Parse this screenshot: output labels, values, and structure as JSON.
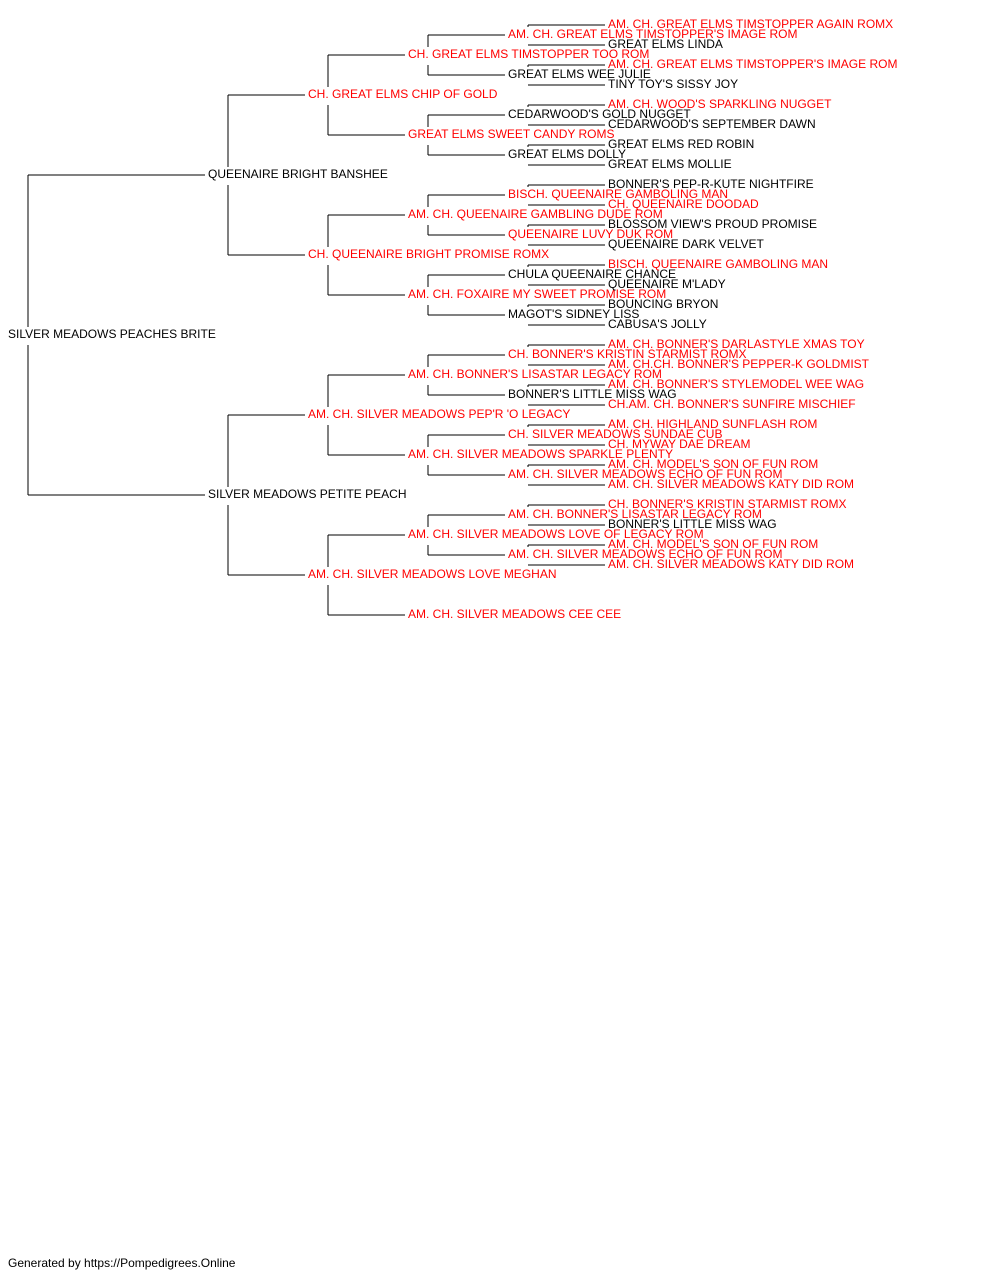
{
  "colors": {
    "titled": "#ff0000",
    "plain": "#000000",
    "line": "#000000"
  },
  "footer": "Generated by https://Pompedigrees.Online",
  "tree": {
    "name": "SILVER MEADOWS PEACHES BRITE",
    "titled": false,
    "children": [
      {
        "name": "QUEENAIRE BRIGHT BANSHEE",
        "titled": false,
        "children": [
          {
            "name": "CH. GREAT ELMS CHIP OF GOLD",
            "titled": true,
            "children": [
              {
                "name": "CH. GREAT ELMS TIMSTOPPER TOO ROM",
                "titled": true,
                "children": [
                  {
                    "name": "AM. CH. GREAT ELMS TIMSTOPPER'S IMAGE ROM",
                    "titled": true,
                    "children": [
                      {
                        "name": "AM. CH. GREAT ELMS TIMSTOPPER AGAIN ROMX",
                        "titled": true
                      },
                      {
                        "name": "GREAT ELMS LINDA",
                        "titled": false
                      }
                    ]
                  },
                  {
                    "name": "GREAT ELMS WEE JULIE",
                    "titled": false,
                    "children": [
                      {
                        "name": "AM. CH. GREAT ELMS TIMSTOPPER'S IMAGE ROM",
                        "titled": true
                      },
                      {
                        "name": "TINY TOY'S SISSY JOY",
                        "titled": false
                      }
                    ]
                  }
                ]
              },
              {
                "name": "GREAT ELMS SWEET CANDY ROMS",
                "titled": true,
                "children": [
                  {
                    "name": "CEDARWOOD'S GOLD NUGGET",
                    "titled": false,
                    "children": [
                      {
                        "name": "AM. CH. WOOD'S SPARKLING NUGGET",
                        "titled": true
                      },
                      {
                        "name": "CEDARWOOD'S SEPTEMBER DAWN",
                        "titled": false
                      }
                    ]
                  },
                  {
                    "name": "GREAT ELMS DOLLY",
                    "titled": false,
                    "children": [
                      {
                        "name": "GREAT ELMS RED ROBIN",
                        "titled": false
                      },
                      {
                        "name": "GREAT ELMS MOLLIE",
                        "titled": false
                      }
                    ]
                  }
                ]
              }
            ]
          },
          {
            "name": "CH. QUEENAIRE BRIGHT PROMISE ROMX",
            "titled": true,
            "children": [
              {
                "name": "AM. CH. QUEENAIRE GAMBLING DUDE ROM",
                "titled": true,
                "children": [
                  {
                    "name": "BISCH. QUEENAIRE GAMBOLING MAN",
                    "titled": true,
                    "children": [
                      {
                        "name": "BONNER'S PEP-R-KUTE NIGHTFIRE",
                        "titled": false
                      },
                      {
                        "name": "CH. QUEENAIRE DOODAD",
                        "titled": true
                      }
                    ]
                  },
                  {
                    "name": "QUEENAIRE LUVY DUK ROM",
                    "titled": true,
                    "children": [
                      {
                        "name": "BLOSSOM VIEW'S PROUD PROMISE",
                        "titled": false
                      },
                      {
                        "name": "QUEENAIRE DARK VELVET",
                        "titled": false
                      }
                    ]
                  }
                ]
              },
              {
                "name": "AM. CH. FOXAIRE MY SWEET PROMISE ROM",
                "titled": true,
                "children": [
                  {
                    "name": "CHULA QUEENAIRE CHANCE",
                    "titled": false,
                    "children": [
                      {
                        "name": "BISCH. QUEENAIRE GAMBOLING MAN",
                        "titled": true
                      },
                      {
                        "name": "QUEENAIRE M'LADY",
                        "titled": false
                      }
                    ]
                  },
                  {
                    "name": "MAGOT'S SIDNEY LISS",
                    "titled": false,
                    "children": [
                      {
                        "name": "BOUNCING BRYON",
                        "titled": false
                      },
                      {
                        "name": "CABUSA'S JOLLY",
                        "titled": false
                      }
                    ]
                  }
                ]
              }
            ]
          }
        ]
      },
      {
        "name": "SILVER MEADOWS PETITE PEACH",
        "titled": false,
        "children": [
          {
            "name": "AM. CH. SILVER MEADOWS PEP'R 'O LEGACY",
            "titled": true,
            "children": [
              {
                "name": "AM. CH. BONNER'S LISASTAR LEGACY ROM",
                "titled": true,
                "children": [
                  {
                    "name": "CH. BONNER'S KRISTIN STARMIST ROMX",
                    "titled": true,
                    "children": [
                      {
                        "name": "AM. CH. BONNER'S DARLASTYLE XMAS TOY",
                        "titled": true
                      },
                      {
                        "name": "AM. CH.CH. BONNER'S PEPPER-K GOLDMIST",
                        "titled": true
                      }
                    ]
                  },
                  {
                    "name": "BONNER'S LITTLE MISS WAG",
                    "titled": false,
                    "children": [
                      {
                        "name": "AM. CH. BONNER'S STYLEMODEL WEE WAG",
                        "titled": true
                      },
                      {
                        "name": "CH.AM. CH. BONNER'S SUNFIRE MISCHIEF",
                        "titled": true
                      }
                    ]
                  }
                ]
              },
              {
                "name": "AM. CH. SILVER MEADOWS SPARKLE PLENTY",
                "titled": true,
                "children": [
                  {
                    "name": "CH. SILVER MEADOWS SUNDAE CUB",
                    "titled": true,
                    "children": [
                      {
                        "name": "AM. CH. HIGHLAND SUNFLASH ROM",
                        "titled": true
                      },
                      {
                        "name": "CH. MYWAY DAE DREAM",
                        "titled": true
                      }
                    ]
                  },
                  {
                    "name": "AM. CH. SILVER MEADOWS ECHO OF FUN ROM",
                    "titled": true,
                    "children": [
                      {
                        "name": "AM. CH. MODEL'S SON OF FUN ROM",
                        "titled": true
                      },
                      {
                        "name": "AM. CH. SILVER MEADOWS KATY DID ROM",
                        "titled": true
                      }
                    ]
                  }
                ]
              }
            ]
          },
          {
            "name": "AM. CH. SILVER MEADOWS LOVE MEGHAN",
            "titled": true,
            "children": [
              {
                "name": "AM. CH. SILVER MEADOWS LOVE OF LEGACY ROM",
                "titled": true,
                "children": [
                  {
                    "name": "AM. CH. BONNER'S LISASTAR LEGACY ROM",
                    "titled": true,
                    "children": [
                      {
                        "name": "CH. BONNER'S KRISTIN STARMIST ROMX",
                        "titled": true
                      },
                      {
                        "name": "BONNER'S LITTLE MISS WAG",
                        "titled": false
                      }
                    ]
                  },
                  {
                    "name": "AM. CH. SILVER MEADOWS ECHO OF FUN ROM",
                    "titled": true,
                    "children": [
                      {
                        "name": "AM. CH. MODEL'S SON OF FUN ROM",
                        "titled": true
                      },
                      {
                        "name": "AM. CH. SILVER MEADOWS KATY DID ROM",
                        "titled": true
                      }
                    ]
                  }
                ]
              },
              {
                "name": "AM. CH. SILVER MEADOWS CEE CEE",
                "titled": true
              }
            ]
          }
        ]
      }
    ]
  }
}
